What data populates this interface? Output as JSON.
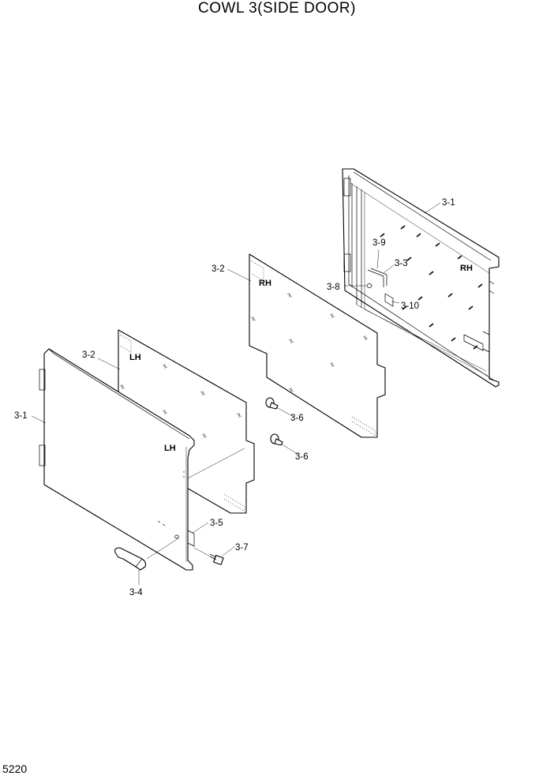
{
  "title": "COWL 3(SIDE DOOR)",
  "page_number": "5220",
  "side_labels": {
    "lh_inner": "LH",
    "lh_outer": "LH",
    "rh_inner": "RH",
    "rh_outer": "RH"
  },
  "callouts": {
    "c31_right": "3-1",
    "c39": "3-9",
    "c33": "3-3",
    "c38": "3-8",
    "c310": "3-10",
    "c32_right": "3-2",
    "c32_left": "3-2",
    "c31_left": "3-1",
    "c36_upper": "3-6",
    "c36_lower": "3-6",
    "c35": "3-5",
    "c37": "3-7",
    "c34": "3-4"
  }
}
